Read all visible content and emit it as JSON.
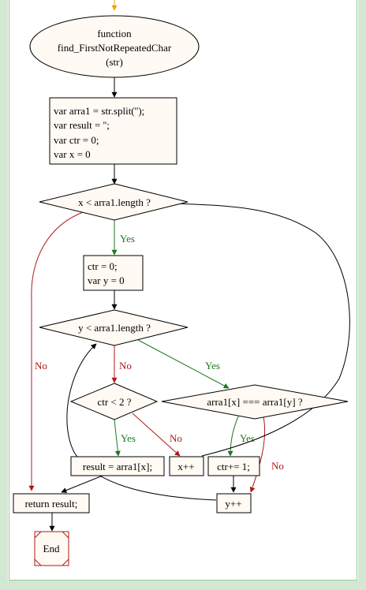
{
  "start_node": {
    "line1": "function",
    "line2": "find_FirstNotRepeatedChar",
    "line3": "(str)"
  },
  "init_block": {
    "line1": "var arra1 = str.split('');",
    "line2": "var result = '';",
    "line3": "var ctr = 0;",
    "line4": "var x = 0"
  },
  "cond_x": "x < arra1.length ?",
  "reset_block": {
    "line1": "ctr = 0;",
    "line2": "var y = 0"
  },
  "cond_y": "y < arra1.length ?",
  "cond_ctr": "ctr < 2 ?",
  "cond_eq": "arra1[x] === arra1[y] ?",
  "assign_result": "result = arra1[x];",
  "inc_x": "x++",
  "inc_ctr": "ctr+= 1;",
  "inc_y": "y++",
  "return_stmt": "return result;",
  "end_label": "End",
  "edge_labels": {
    "yes": "Yes",
    "no": "No"
  },
  "colors": {
    "yes_edge": "#1a7a1a",
    "no_edge": "#b01818",
    "node_fill": "#fffaf3",
    "frame": "#d3e8d3",
    "start_arrow": "#f0a000"
  }
}
